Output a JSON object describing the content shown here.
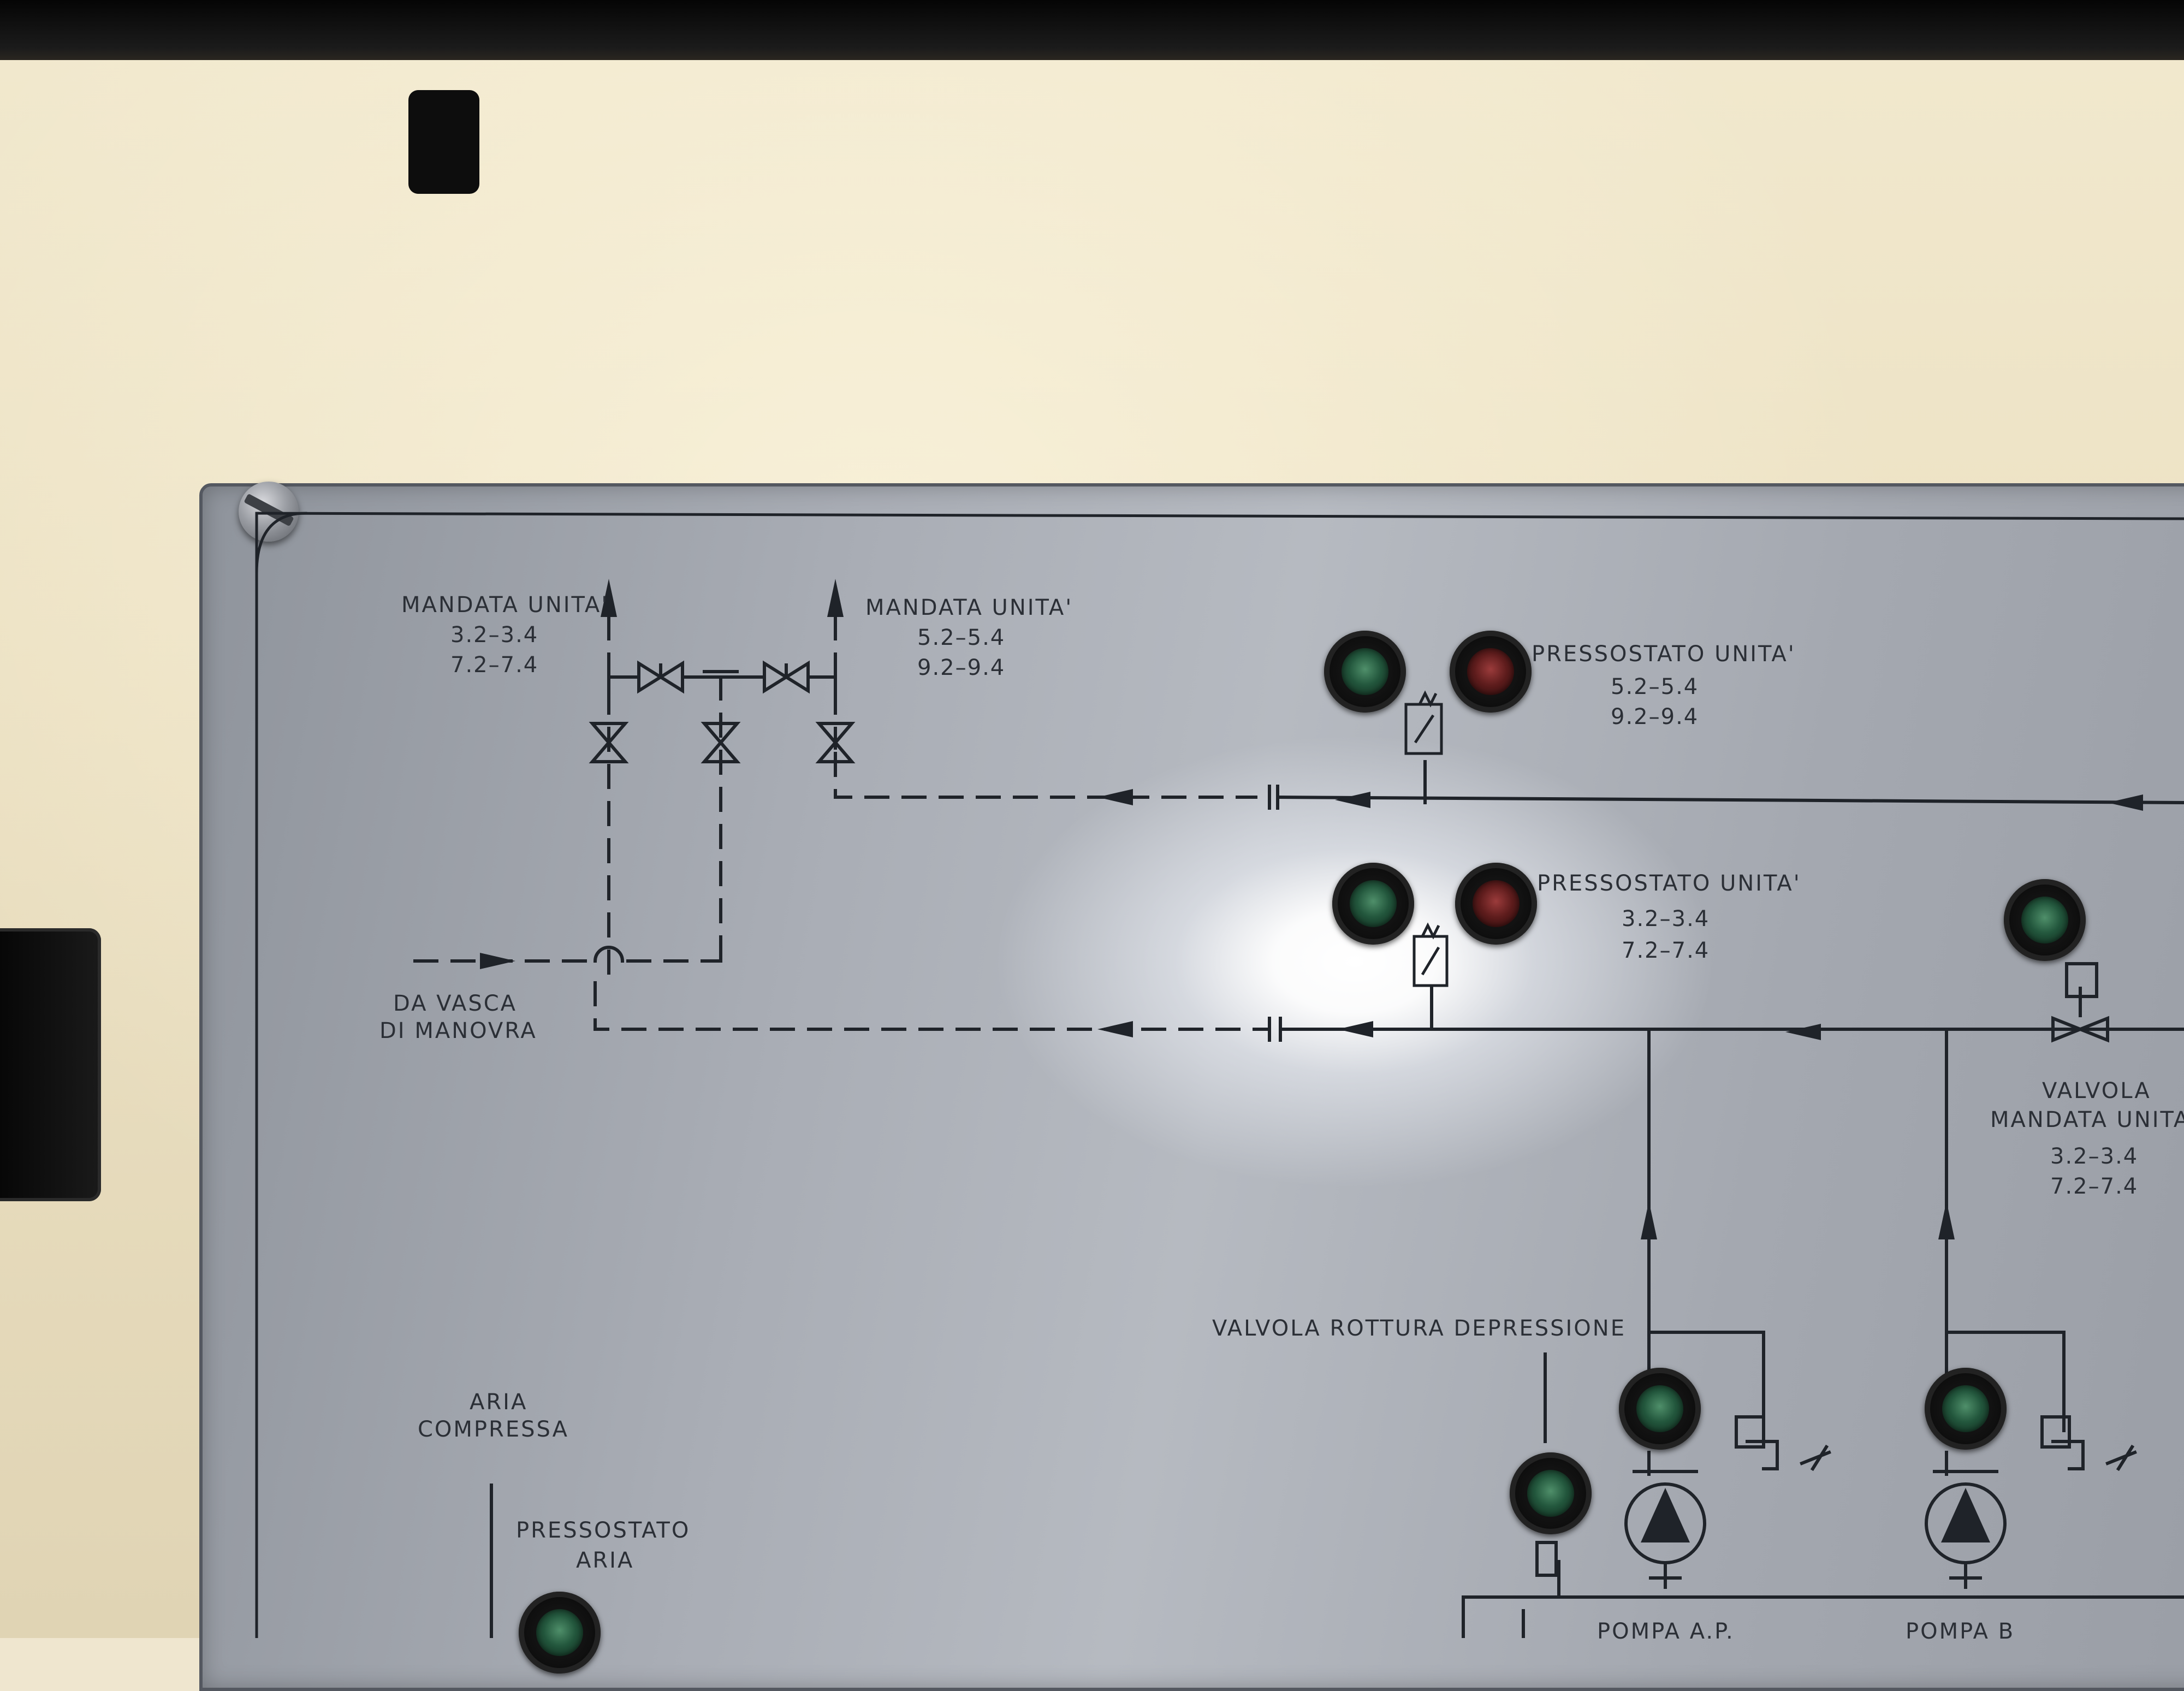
{
  "labels": {
    "mandata_left_title": "MANDATA  UNITA'",
    "mandata_left_line1": "3.2–3.4",
    "mandata_left_line2": "7.2–7.4",
    "mandata_right_title": "MANDATA  UNITA'",
    "mandata_right_line1": "5.2–5.4",
    "mandata_right_line2": "9.2–9.4",
    "press_top_title": "PRESSOSTATO  UNITA'",
    "press_top_line1": "5.2–5.4",
    "press_top_line2": "9.2–9.4",
    "press_mid_title": "PRESSOSTATO  UNITA'",
    "press_mid_line1": "3.2–3.4",
    "press_mid_line2": "7.2–7.4",
    "da_vasca_1": "DA VASCA",
    "da_vasca_2": "DI MANOVRA",
    "valvola_mandata_1": "VALVOLA",
    "valvola_mandata_2": "MANDATA  UNITA'",
    "valvola_mandata_3": "3.2–3.4",
    "valvola_mandata_4": "7.2–7.4",
    "valvola_rottura": "VALVOLA  ROTTURA  DEPRESSIONE",
    "aria_1": "ARIA",
    "aria_2": "COMPRESSA",
    "press_aria_1": "PRESSOSTATO",
    "press_aria_2": "ARIA",
    "pompa_left": "POMPA  A.P.",
    "pompa_right": "POMPA  B"
  },
  "colors": {
    "panel_line": "#1f2329",
    "lamp_green": "#2f6b4a",
    "lamp_red": "#7a2a2a"
  }
}
